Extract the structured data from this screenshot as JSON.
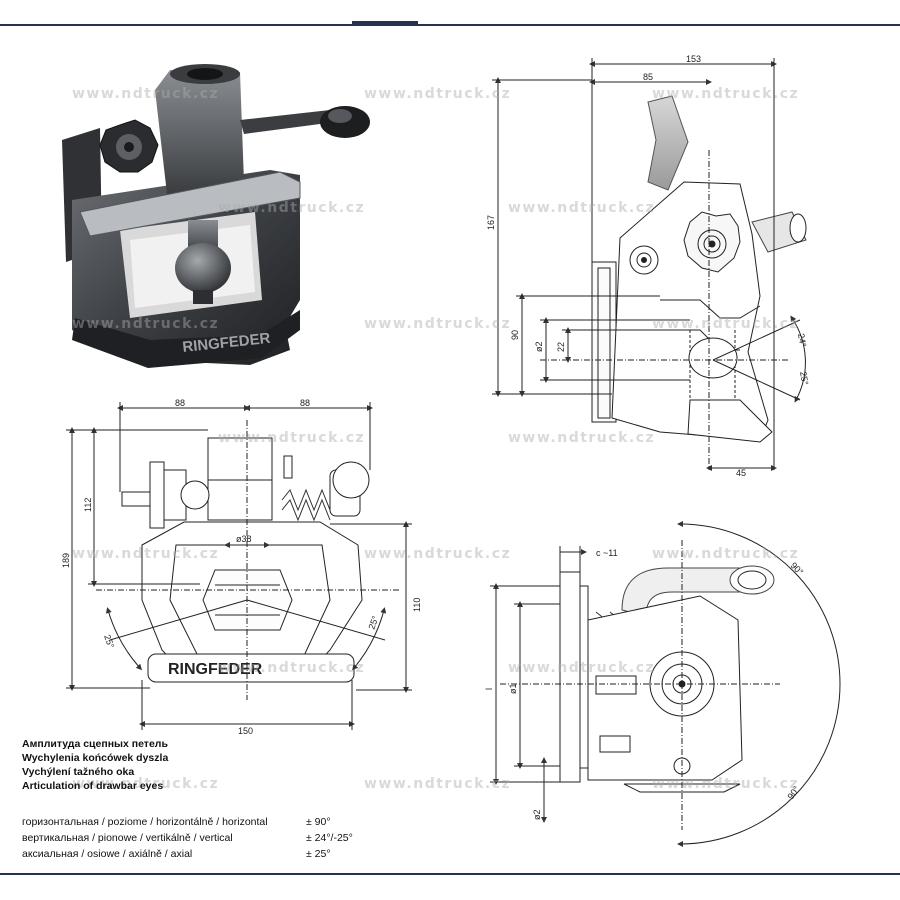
{
  "watermark": "www.ndtruck.cz",
  "brand": "RINGFEDER",
  "dimensions": {
    "side_width": "153",
    "side_offset": "85",
    "side_height": "167",
    "side_mid_height": "90",
    "ball_diameter": "ø2",
    "ball_height": "22",
    "angle_up": "24°",
    "angle_down": "25°",
    "side_bottom": "45",
    "front_left": "88",
    "front_right": "88",
    "front_upper": "112",
    "front_total": "189",
    "pin_diameter": "ø38",
    "front_height": "110",
    "front_angle_left": "25°",
    "front_angle_right": "25°",
    "front_width": "150",
    "top_c": "c ~11",
    "top_angle": "90°",
    "top_angle2": "90°",
    "top_l": "l",
    "top_d1": "ø1",
    "top_d2": "ø2"
  },
  "legend": {
    "titles": [
      "Амплитуда сцепных петель",
      "Wychylenia końcówek dyszla",
      "Vychýlení tažného oka",
      "Articulation of drawbar eyes"
    ],
    "rows": [
      {
        "label": "горизонтальная / poziome / horizontálně / horizontal",
        "value": "± 90°"
      },
      {
        "label": "вертикальная / pionowe / vertikálně / vertical",
        "value": "± 24°/-25°"
      },
      {
        "label": "аксиальная / osiowe / axiálně / axial",
        "value": "± 25°"
      }
    ]
  }
}
